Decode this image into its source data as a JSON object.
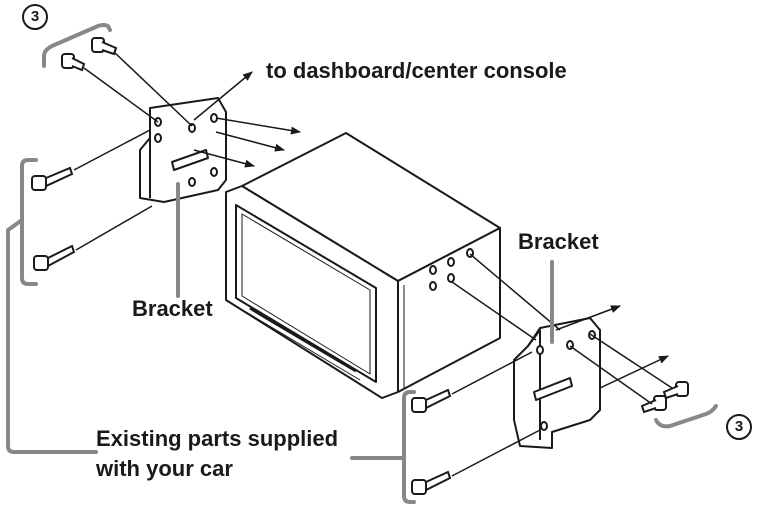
{
  "labels": {
    "dashboard": "to dashboard/center console",
    "bracket_left": "Bracket",
    "bracket_right": "Bracket",
    "existing_line1": "Existing parts supplied",
    "existing_line2": "with your car",
    "callout_top": "3",
    "callout_bottom": "3"
  },
  "colors": {
    "ink": "#1a1a1a",
    "bracket_line": "#888888",
    "paper": "#ffffff"
  }
}
